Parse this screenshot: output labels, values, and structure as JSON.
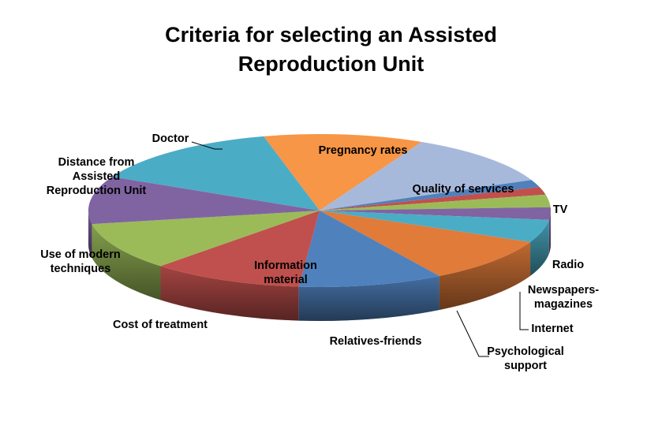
{
  "chart_data": {
    "type": "pie",
    "title_lines": [
      "Criteria for selecting an Assisted",
      "Reproduction Unit"
    ],
    "categories": [
      "Pregnancy rates",
      "Quality of services",
      "TV",
      "Radio",
      "Newspapers-magazines",
      "Internet",
      "Psychological support",
      "Relatives-friends",
      "Information material",
      "Cost of treatment",
      "Use of modern techniques",
      "Distance from Assisted Reproduction Unit",
      "Doctor"
    ],
    "label_lines": [
      [
        "Pregnancy rates"
      ],
      [
        "Quality of services"
      ],
      [
        "TV"
      ],
      [
        "Radio"
      ],
      [
        "Newspapers-",
        "magazines"
      ],
      [
        "Internet"
      ],
      [
        "Psychological",
        "support"
      ],
      [
        "Relatives-friends"
      ],
      [
        "Information",
        "material"
      ],
      [
        "Cost of treatment"
      ],
      [
        "Use of modern",
        "techniques"
      ],
      [
        "Distance from",
        "Assisted",
        "Reproduction Unit"
      ],
      [
        "Doctor"
      ]
    ],
    "values": [
      10.5,
      10.5,
      1.5,
      1.5,
      2.5,
      2.5,
      4.5,
      9.0,
      9.5,
      10.0,
      9.5,
      9.5,
      13.0
    ],
    "colors": [
      "#F79646",
      "#A7B9DB",
      "#4F81BD",
      "#C0504D",
      "#9BBB59",
      "#8064A2",
      "#4BACC6",
      "#E07B39",
      "#4F81BD",
      "#C0504D",
      "#9BBB59",
      "#8064A2",
      "#4BACC6"
    ],
    "legend": "none",
    "style": "3d-pie"
  }
}
